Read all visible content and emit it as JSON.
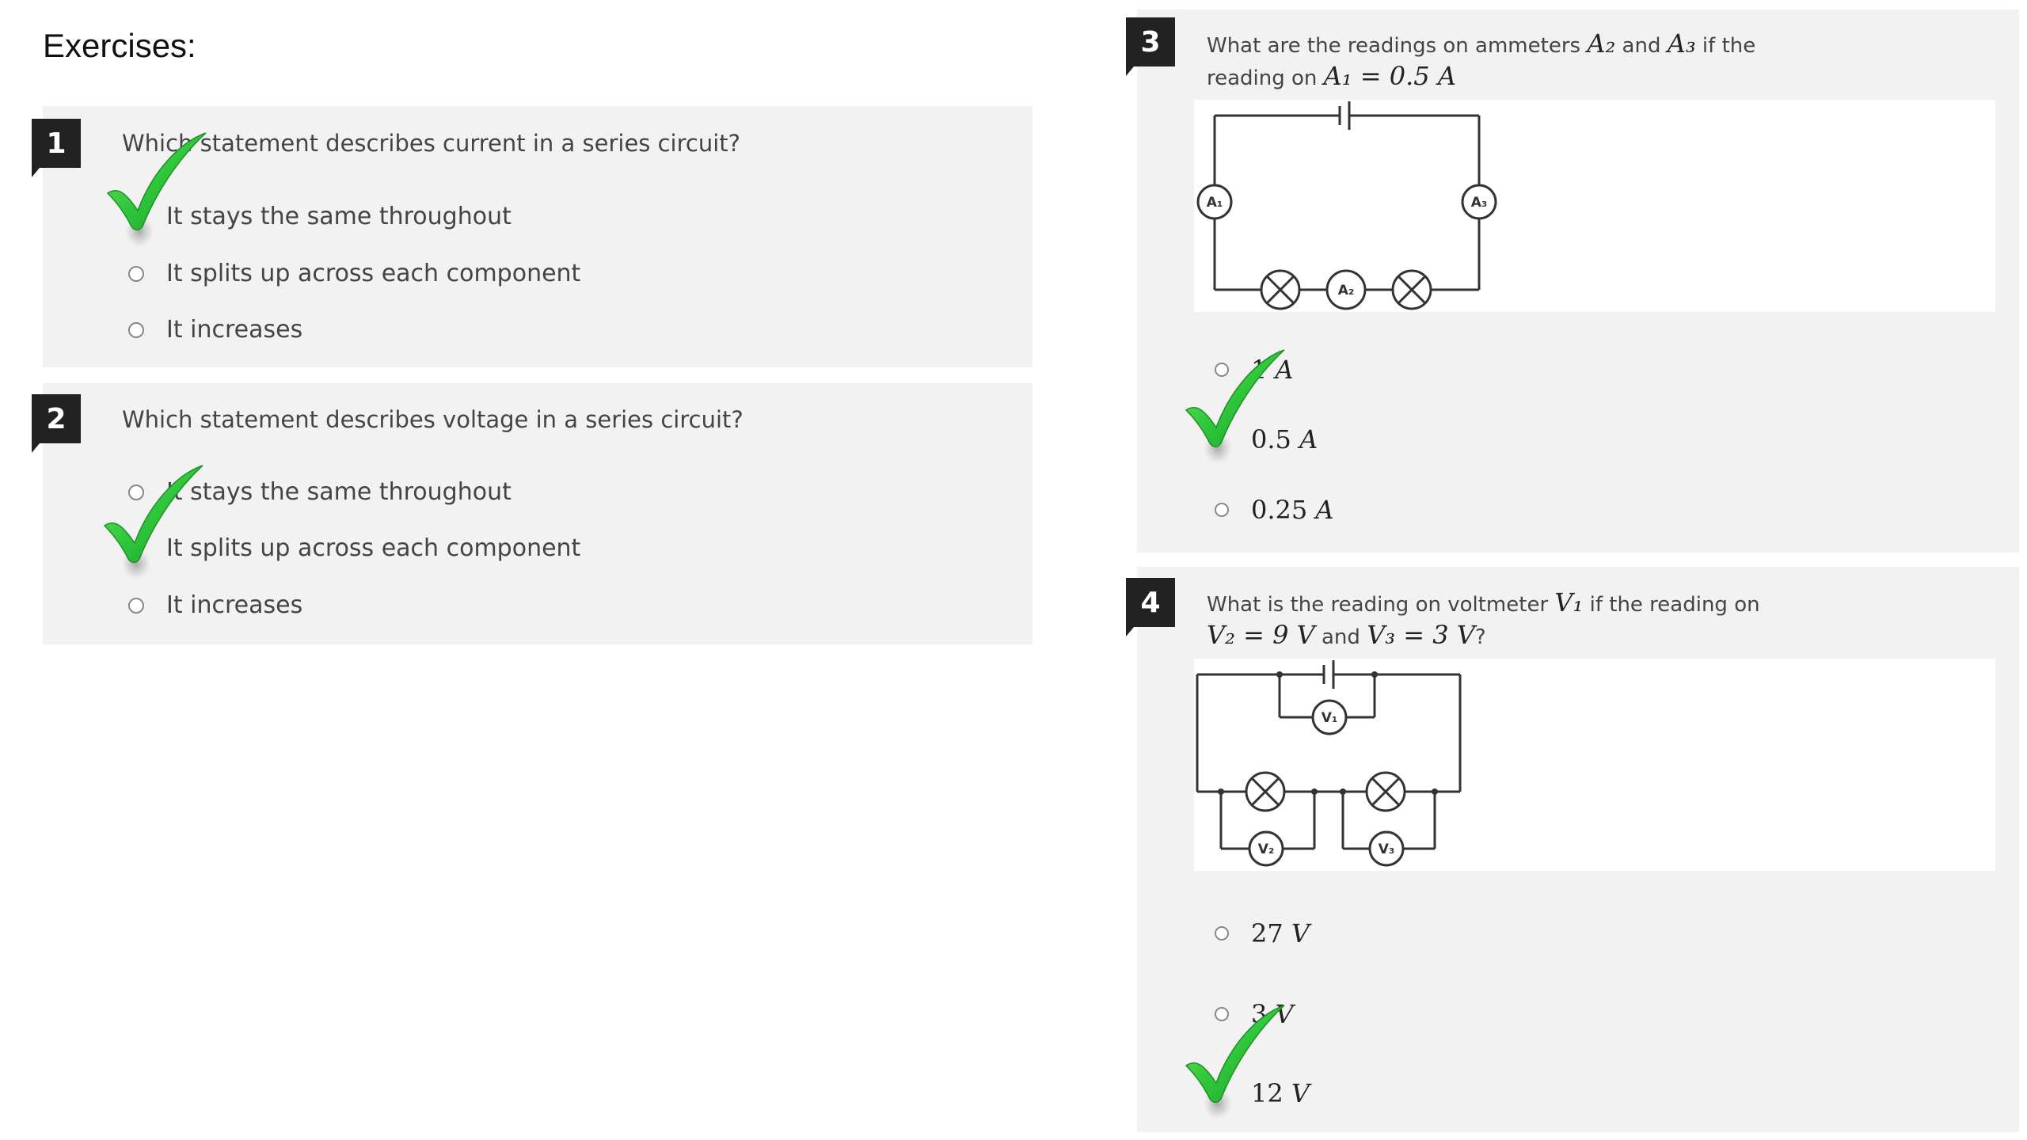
{
  "page": {
    "heading": "Exercises:"
  },
  "questions": [
    {
      "number": "1",
      "text": "Which statement describes current in a series circuit?",
      "options": [
        "It stays the same throughout",
        "It splits up across each component",
        "It increases"
      ]
    },
    {
      "number": "2",
      "text": "Which statement describes voltage in a series circuit?",
      "options": [
        "It stays the same throughout",
        "It splits up across each component",
        "It increases"
      ]
    },
    {
      "number": "3",
      "text_a": "What are the readings on ammeters ",
      "math_a": "A₂",
      "text_b": " and ",
      "math_b": "A₃",
      "text_c": " if the",
      "text_d": "reading on ",
      "math_c": "A₁ = 0.5 A",
      "options": [
        {
          "value": "1",
          "unit": "A"
        },
        {
          "value": "0.5",
          "unit": "A"
        },
        {
          "value": "0.25",
          "unit": "A"
        }
      ],
      "diagram_labels": [
        "A₁",
        "A₂",
        "A₃"
      ]
    },
    {
      "number": "4",
      "text_a": "What is the reading on voltmeter ",
      "math_a": "V₁",
      "text_b": " if the reading on",
      "math_b": "V₂ = 9 V",
      "text_c": " and ",
      "math_c": "V₃ = 3 V",
      "text_d": "?",
      "options": [
        {
          "value": "27",
          "unit": "V"
        },
        {
          "value": "3",
          "unit": "V"
        },
        {
          "value": "12",
          "unit": "V"
        }
      ],
      "diagram_labels": [
        "V₁",
        "V₂",
        "V₃"
      ]
    }
  ],
  "colors": {
    "check": "#2fc63b",
    "card": "#f2f2f2",
    "badge": "#222222"
  },
  "icons": {
    "check": "check-mark-icon",
    "radio": "radio-button"
  }
}
